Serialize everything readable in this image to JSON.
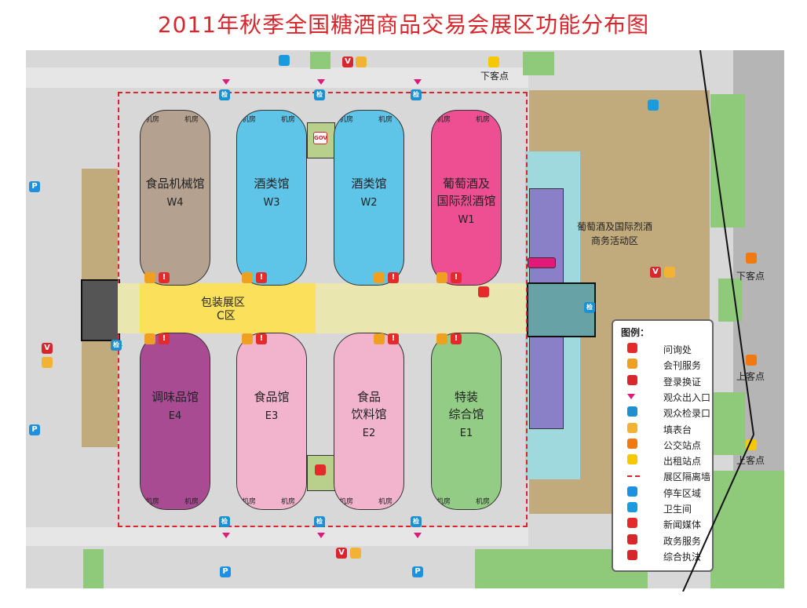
{
  "title": "2011年秋季全国糖酒商品交易会展区功能分布图",
  "halls_west": [
    {
      "name": "食品机械馆",
      "code": "W4",
      "color": "#b4a190"
    },
    {
      "name": "酒类馆",
      "code": "W3",
      "color": "#5ec4e8"
    },
    {
      "name": "酒类馆",
      "code": "W2",
      "color": "#5ec4e8"
    },
    {
      "name": "葡萄酒及\n国际烈酒馆",
      "code": "W1",
      "color": "#ee4f93"
    }
  ],
  "halls_east": [
    {
      "name": "调味品馆",
      "code": "E4",
      "color": "#a84b93"
    },
    {
      "name": "食品馆",
      "code": "E3",
      "color": "#f1b4cc"
    },
    {
      "name": "食品\n饮料馆",
      "code": "E2",
      "color": "#f1b4cc"
    },
    {
      "name": "特装\n综合馆",
      "code": "E1",
      "color": "#93cd85"
    }
  ],
  "machine_room": "机房",
  "packaging_zone": {
    "line1": "包装展区",
    "line2": "C区"
  },
  "wine_activity": {
    "line1": "葡萄酒及国际烈酒",
    "line2": "商务活动区"
  },
  "map_labels": {
    "taxi_dropoff": "下客点",
    "bus_dropoff": "下客点",
    "bus_pickup": "上客点",
    "taxi_pickup": "上客点"
  },
  "legend": {
    "title": "图例：",
    "items": [
      {
        "icon": "info-desk-icon",
        "label": "问询处",
        "color": "#e42a2a"
      },
      {
        "icon": "publication-icon",
        "label": "会刊服务",
        "color": "#f0a020"
      },
      {
        "icon": "registration-icon",
        "label": "登录换证",
        "color": "#d8262d"
      },
      {
        "icon": "entrance-arrow-icon",
        "label": "观众出入口",
        "color": "#e0197a"
      },
      {
        "icon": "ticket-check-icon",
        "label": "观众检录口",
        "color": "#1e90d0"
      },
      {
        "icon": "form-desk-icon",
        "label": "填表台",
        "color": "#f2b233"
      },
      {
        "icon": "bus-stop-icon",
        "label": "公交站点",
        "color": "#f07a10"
      },
      {
        "icon": "taxi-stop-icon",
        "label": "出租站点",
        "color": "#f5c800"
      },
      {
        "icon": "partition-wall-icon",
        "label": "展区隔离墙",
        "color": "#d8262d"
      },
      {
        "icon": "parking-icon",
        "label": "停车区域",
        "color": "#1e90e0"
      },
      {
        "icon": "restroom-icon",
        "label": "卫生间",
        "color": "#1a9be0"
      },
      {
        "icon": "news-media-icon",
        "label": "新闻媒体",
        "color": "#e42a2a"
      },
      {
        "icon": "government-service-icon",
        "label": "政务服务",
        "color": "#d8262d"
      },
      {
        "icon": "law-enforcement-icon",
        "label": "综合执法",
        "color": "#d8262d"
      }
    ]
  },
  "icon_text": {
    "v": "V",
    "p": "P",
    "gov": "GOV",
    "info": "!",
    "check": "检"
  }
}
